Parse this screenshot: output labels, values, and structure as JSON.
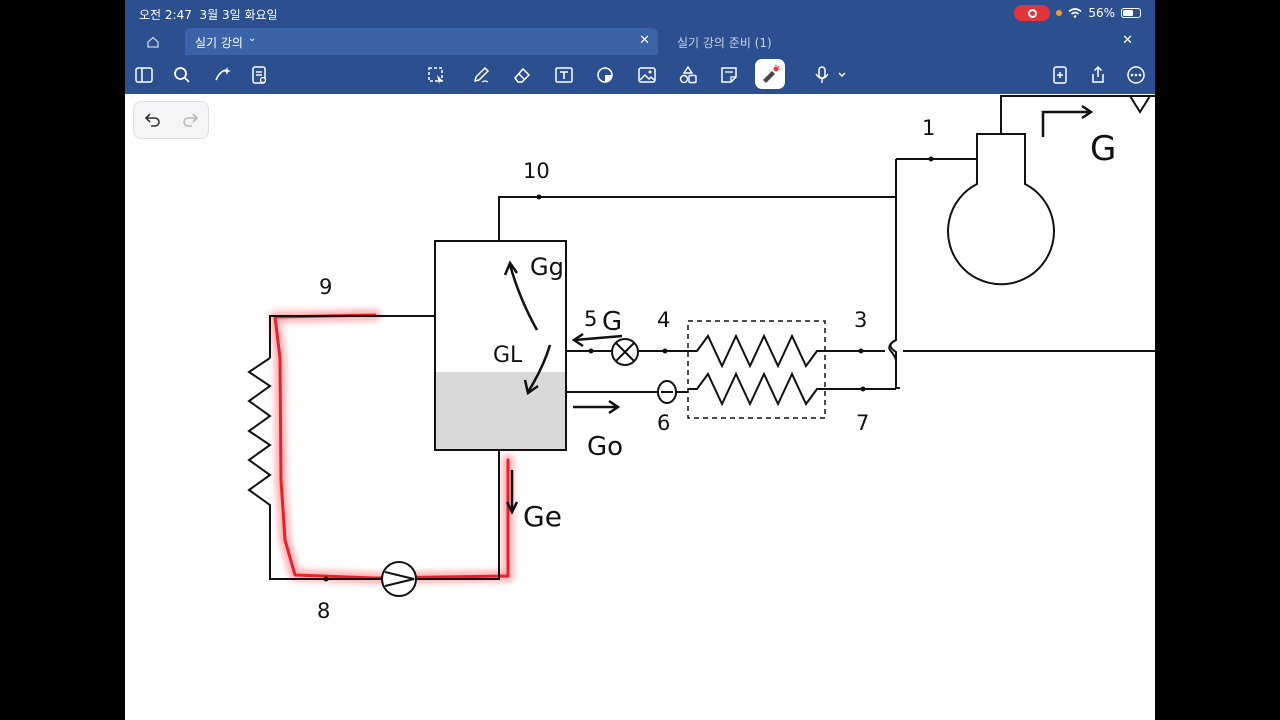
{
  "status": {
    "time": "오전 2:47",
    "date": "3월 3일 화요일",
    "battery": "56%"
  },
  "tabs": [
    {
      "label": "실기 강의"
    },
    {
      "label": "실기 강의 준비 (1)"
    }
  ],
  "diagram": {
    "point_labels": {
      "p1": "1",
      "p3": "3",
      "p4": "4",
      "p5": "5",
      "p6": "6",
      "p7": "7",
      "p8": "8",
      "p9": "9",
      "p10": "10"
    },
    "flow_labels": {
      "g_top": "G",
      "g_5": "G",
      "g_g": "Gg",
      "g_l": "GL",
      "g_o": "Go",
      "g_e": "Ge"
    },
    "highlight_color": "#e8202a"
  }
}
